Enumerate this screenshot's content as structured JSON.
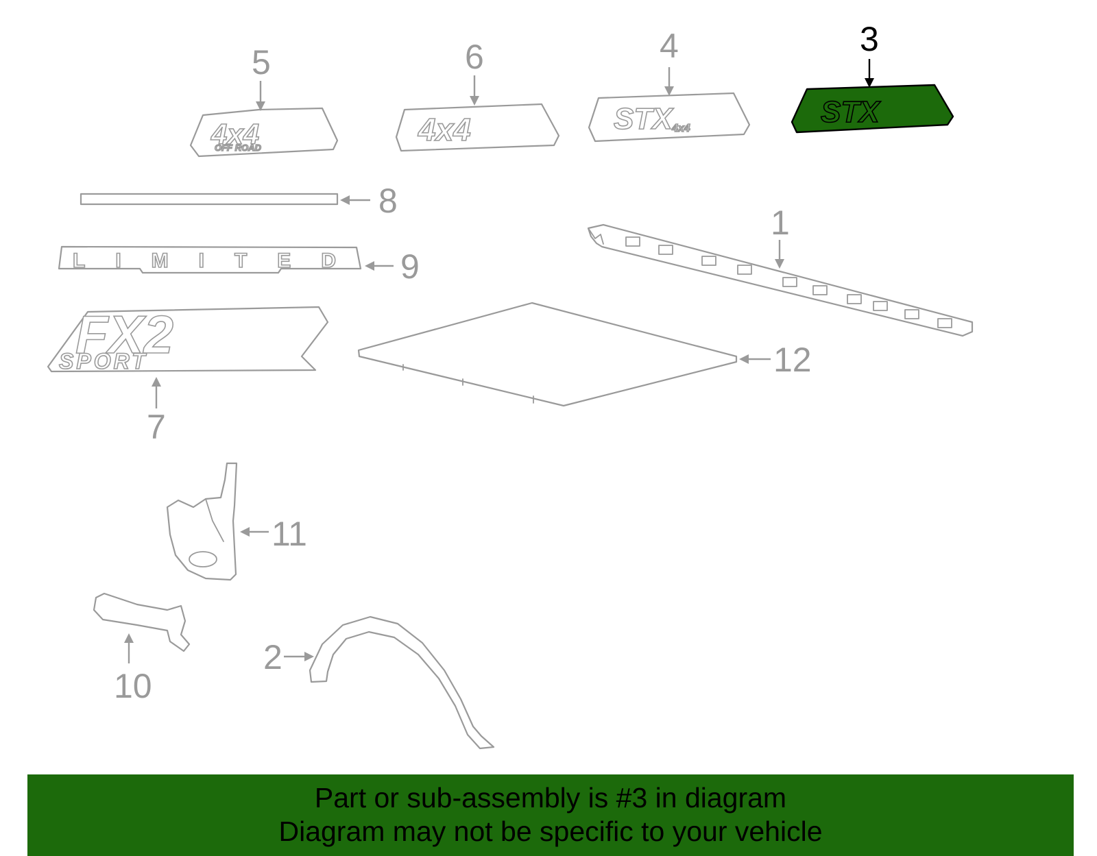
{
  "diagram": {
    "highlight_color": "#1c6a0b",
    "callouts": {
      "c1": "1",
      "c2": "2",
      "c3": "3",
      "c4": "4",
      "c5": "5",
      "c6": "6",
      "c7": "7",
      "c8": "8",
      "c9": "9",
      "c10": "10",
      "c11": "11",
      "c12": "12"
    },
    "emblems": {
      "e5_main": "4x4",
      "e5_sub": "OFF ROAD",
      "e6_main": "4x4",
      "e4_main": "STX",
      "e4_sub": "4x4",
      "e3_main": "STX",
      "e9_text": "LIMITED",
      "e7_main": "FX2",
      "e7_sub": "SPORT"
    }
  },
  "banner": {
    "line1": "Part or sub-assembly is #3 in diagram",
    "line2": "Diagram may not be specific to your vehicle"
  }
}
